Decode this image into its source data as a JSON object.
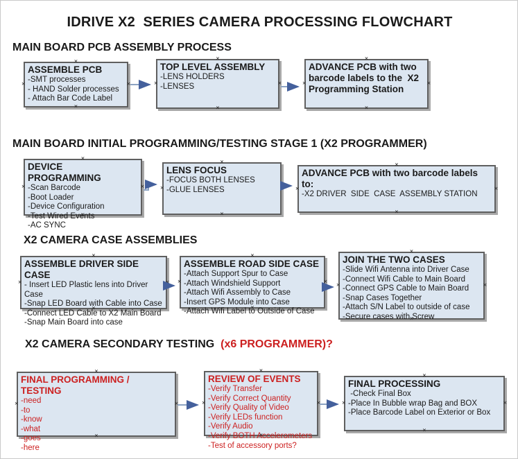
{
  "title": "IDRIVE X2  SERIES CAMERA PROCESSING FLOWCHART",
  "icons": {
    "anchor_marker": "×"
  },
  "colors": {
    "box_fill": "#dce6f1",
    "box_border": "#5f5f5f",
    "box_shadow": "#a8a8a8",
    "arrow_line": "#8ca3c2",
    "arrow_head": "#44609c",
    "red_accent": "#cc2020",
    "text": "#1a1a1a"
  },
  "sections": [
    {
      "header": "MAIN BOARD PCB ASSEMBLY PROCESS",
      "boxes": [
        {
          "title": "ASSEMBLE PCB",
          "items": [
            "-SMT processes",
            "- HAND Solder processes",
            "- Attach Bar Code Label"
          ]
        },
        {
          "title": "TOP LEVEL ASSEMBLY",
          "items": [
            "-LENS HOLDERS",
            "-LENSES"
          ]
        },
        {
          "title": "ADVANCE PCB with two barcode labels to the  X2 Programming Station",
          "items": []
        }
      ]
    },
    {
      "header": "MAIN BOARD INITIAL PROGRAMMING/TESTING STAGE 1 (X2 PROGRAMMER)",
      "boxes": [
        {
          "title": "DEVICE PROGRAMMING",
          "items": [
            "-Scan Barcode",
            "-Boot Loader",
            "-Device Configuration",
            "-Test Wired Events",
            "-AC SYNC"
          ]
        },
        {
          "title": "LENS FOCUS",
          "items": [
            "-FOCUS BOTH LENSES",
            "-GLUE LENSES"
          ]
        },
        {
          "title": "ADVANCE PCB with two barcode labels to:",
          "items": [
            "-X2 DRIVER  SIDE  CASE  ASSEMBLY STATION"
          ]
        }
      ]
    },
    {
      "header": "X2 CAMERA CASE ASSEMBLIES",
      "boxes": [
        {
          "title": "ASSEMBLE DRIVER SIDE CASE",
          "items": [
            "- Insert LED Plastic lens into Driver Case",
            "-Snap LED Board with Cable into Case",
            "-Connect LED Cable to X2 Main Board",
            "-Snap Main Board into case"
          ]
        },
        {
          "title": "ASSEMBLE ROAD SIDE CASE",
          "items": [
            "-Attach Support Spur to Case",
            "-Attach Windshield Support",
            "-Attach Wifi Assembly to Case",
            "-Insert GPS Module into Case",
            "-Attach Wifi Label to Outside of Case"
          ]
        },
        {
          "title": "JOIN THE TWO CASES",
          "items": [
            "-Slide Wifi Antenna into Driver Case",
            "-Connect Wifi Cable to Main Board",
            "-Connect GPS Cable to Main Board",
            "-Snap Cases Together",
            "-Attach S/N Label to outside of case",
            "-Secure cases with Screw"
          ]
        }
      ]
    },
    {
      "header": "X2 CAMERA SECONDARY TESTING ",
      "header_suffix": " (x6 PROGRAMMER)?",
      "boxes": [
        {
          "title": "FINAL PROGRAMMING / TESTING",
          "items": [
            "-need",
            "-to",
            "-know",
            "-what",
            "-goes",
            "-here"
          ]
        },
        {
          "title": "REVIEW OF EVENTS",
          "items": [
            "-Verify Transfer",
            "-Verify Correct Quantity",
            "-Verify Quality of Video",
            "-Verify LEDs function",
            "-Verify Audio",
            "-Verify BOTH Accelerometers",
            "-Test of accessory ports?"
          ]
        },
        {
          "title": "FINAL PROCESSING",
          "items": [
            " -Check Final Box",
            "-Place In Bubble wrap Bag and BOX",
            "-Place Barcode Label on Exterior or Box"
          ]
        }
      ]
    }
  ]
}
